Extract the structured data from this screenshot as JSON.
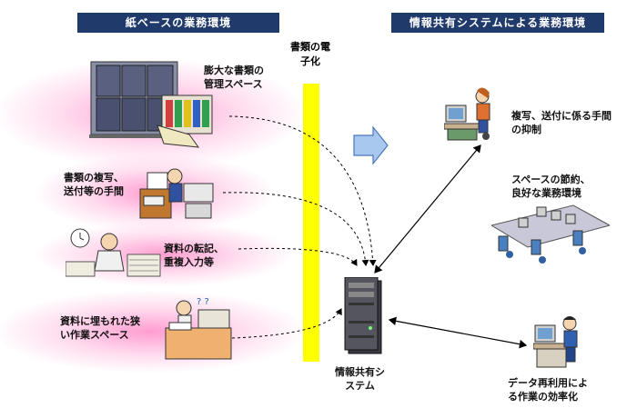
{
  "headers": {
    "left": "紙ベースの業務環境",
    "right": "情報共有システムによる業務環境"
  },
  "digitization_label": "書類の電\n子化",
  "left_items": [
    {
      "text": "膨大な書類の\n管理スペース"
    },
    {
      "text": "書類の複写、\n送付等の手間"
    },
    {
      "text": "資料の転記、\n重複入力等"
    },
    {
      "text": "資料に埋もれた狭\nい作業スペース"
    }
  ],
  "system_label": "情報共有シ\nステム",
  "right_items": [
    {
      "text": "複写、送付に係る手間\nの抑制"
    },
    {
      "text": "スペースの節約、\n良好な業務環境"
    },
    {
      "text": "データ再利用によ\nる作業の効率化"
    }
  ],
  "colors": {
    "header_bg": "#1f3a6b",
    "glow": "#ff8cc8",
    "bar": "#ffff00",
    "arrow_fill": "#a8c8f0"
  },
  "icons": {
    "cabinet": "cabinet-icon",
    "copier": "copier-icon",
    "worker": "stressed-worker-icon",
    "desk": "cluttered-desk-icon",
    "server": "server-icon",
    "pc_user": "pc-user-icon",
    "office": "office-icon",
    "pc_user2": "pc-user2-icon"
  }
}
